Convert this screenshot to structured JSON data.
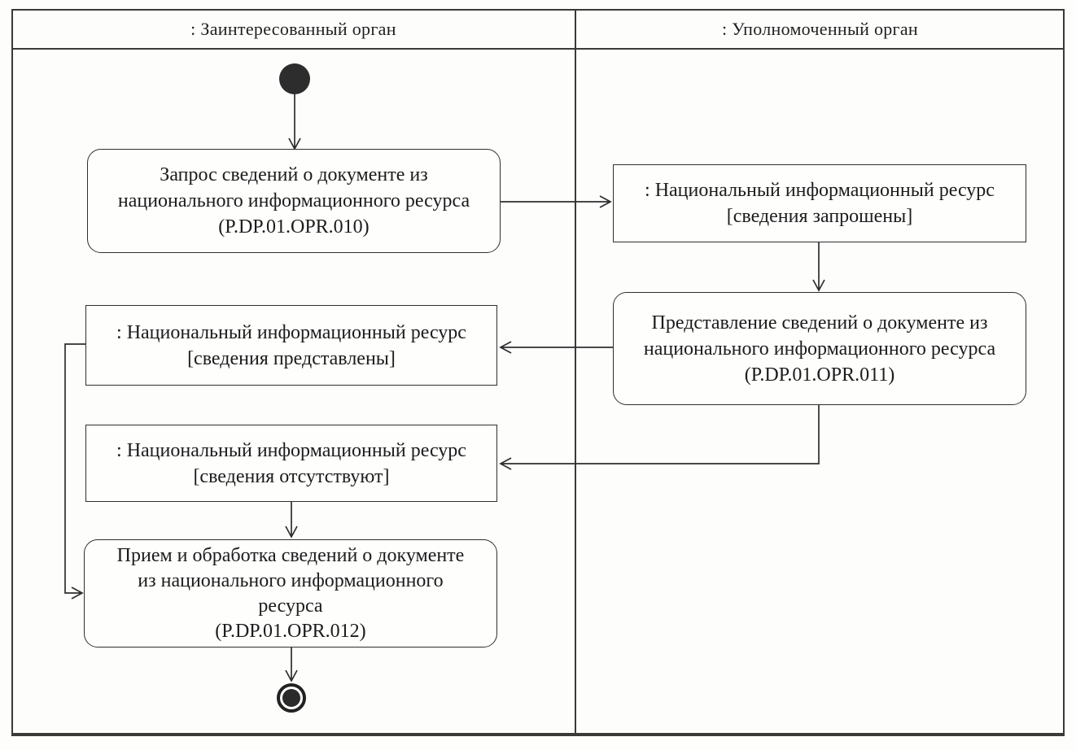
{
  "diagram_type": "uml-activity-swimlane",
  "colors": {
    "ink": "#2e2e2e",
    "paper": "#fdfdfc"
  },
  "lanes": {
    "left": {
      "label": ": Заинтересованный орган"
    },
    "right": {
      "label": ": Уполномоченный орган"
    }
  },
  "nodes": {
    "start": {
      "type": "initial",
      "lane": "left"
    },
    "opr010": {
      "type": "action",
      "lane": "left",
      "text": "Запрос сведений о документе из\nнационального информационного ресурса\n(P.DP.01.OPR.010)"
    },
    "nir_requested": {
      "type": "object",
      "lane": "right",
      "text": ": Национальный информационный ресурс\n[сведения запрошены]"
    },
    "opr011": {
      "type": "action",
      "lane": "right",
      "text": "Представление сведений о документе из\nнационального информационного ресурса\n(P.DP.01.OPR.011)"
    },
    "nir_provided": {
      "type": "object",
      "lane": "left",
      "text": ": Национальный информационный ресурс\n[сведения представлены]"
    },
    "nir_absent": {
      "type": "object",
      "lane": "left",
      "text": ": Национальный информационный ресурс\n[сведения отсутствуют]"
    },
    "opr012": {
      "type": "action",
      "lane": "left",
      "text": "Прием и обработка сведений о документе\nиз национального информационного\nресурса\n(P.DP.01.OPR.012)"
    },
    "end": {
      "type": "final",
      "lane": "left"
    }
  },
  "edges": [
    {
      "from": "start",
      "to": "opr010"
    },
    {
      "from": "opr010",
      "to": "nir_requested"
    },
    {
      "from": "nir_requested",
      "to": "opr011"
    },
    {
      "from": "opr011",
      "to": "nir_provided"
    },
    {
      "from": "opr011",
      "to": "nir_absent"
    },
    {
      "from": "nir_absent",
      "to": "opr012"
    },
    {
      "from": "nir_provided",
      "to": "opr012"
    },
    {
      "from": "opr012",
      "to": "end"
    }
  ]
}
